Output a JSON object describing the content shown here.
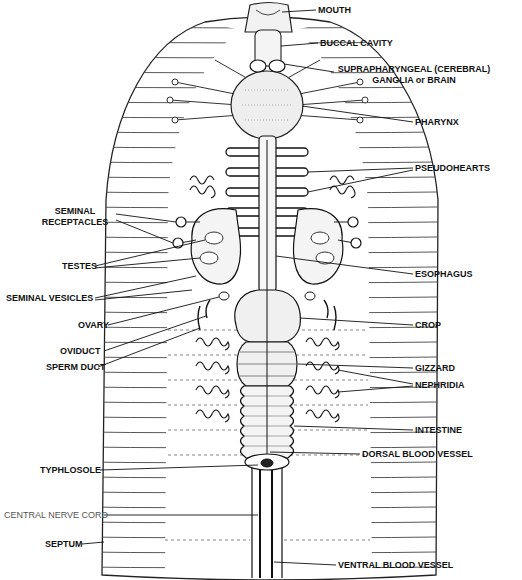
{
  "diagram": {
    "labels": [
      "MOUTH",
      "BUCCAL CAVITY",
      "SUPRAPHARYNGEAL (CEREBRAL) GANGLIA or BRAIN",
      "PHARYNX",
      "PSEUDOHEARTS",
      "SEMINAL RECEPTACLES",
      "TESTES",
      "ESOPHAGUS",
      "SEMINAL VESICLES",
      "OVARY",
      "CROP",
      "OVIDUCT",
      "SPERM DUCT",
      "GIZZARD",
      "NEPHRIDIA",
      "INTESTINE",
      "DORSAL BLOOD VESSEL",
      "TYPHLOSOLE",
      "CENTRAL NERVE CORD",
      "SEPTUM",
      "VENTRAL BLOOD VESSEL"
    ]
  }
}
